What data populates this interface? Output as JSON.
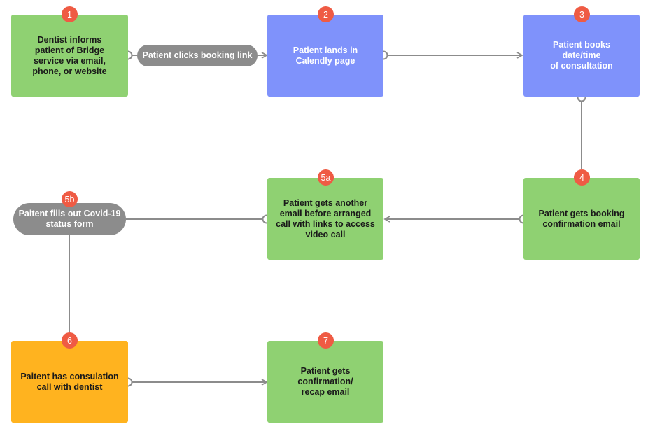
{
  "colors": {
    "green": "#8fd172",
    "blue": "#7f92fb",
    "orange": "#ffb31f",
    "pill_gray": "#8c8c8c",
    "badge_red": "#ef5b44",
    "connector_gray": "#8c8c8c"
  },
  "steps": {
    "s1": {
      "badge": "1",
      "text": "Dentist informs\npatient of Bridge\nservice via email,\nphone, or website"
    },
    "s2": {
      "badge": "2",
      "text": "Patient lands in\nCalendly page"
    },
    "s3": {
      "badge": "3",
      "text": "Patient books\ndate/time\nof consultation"
    },
    "s4": {
      "badge": "4",
      "text": "Patient gets booking\nconfirmation email"
    },
    "s5a": {
      "badge": "5a",
      "text": "Patient gets another\nemail before arranged\ncall with links to access\nvideo call"
    },
    "s5b": {
      "badge": "5b",
      "text": "Paitent fills out Covid-19\nstatus form"
    },
    "s6": {
      "badge": "6",
      "text": "Paitent has consulation\ncall with dentist"
    },
    "s7": {
      "badge": "7",
      "text": "Patient gets\nconfirmation/\nrecap email"
    }
  },
  "connector_labels": {
    "booking_link": "Patient clicks booking link"
  }
}
